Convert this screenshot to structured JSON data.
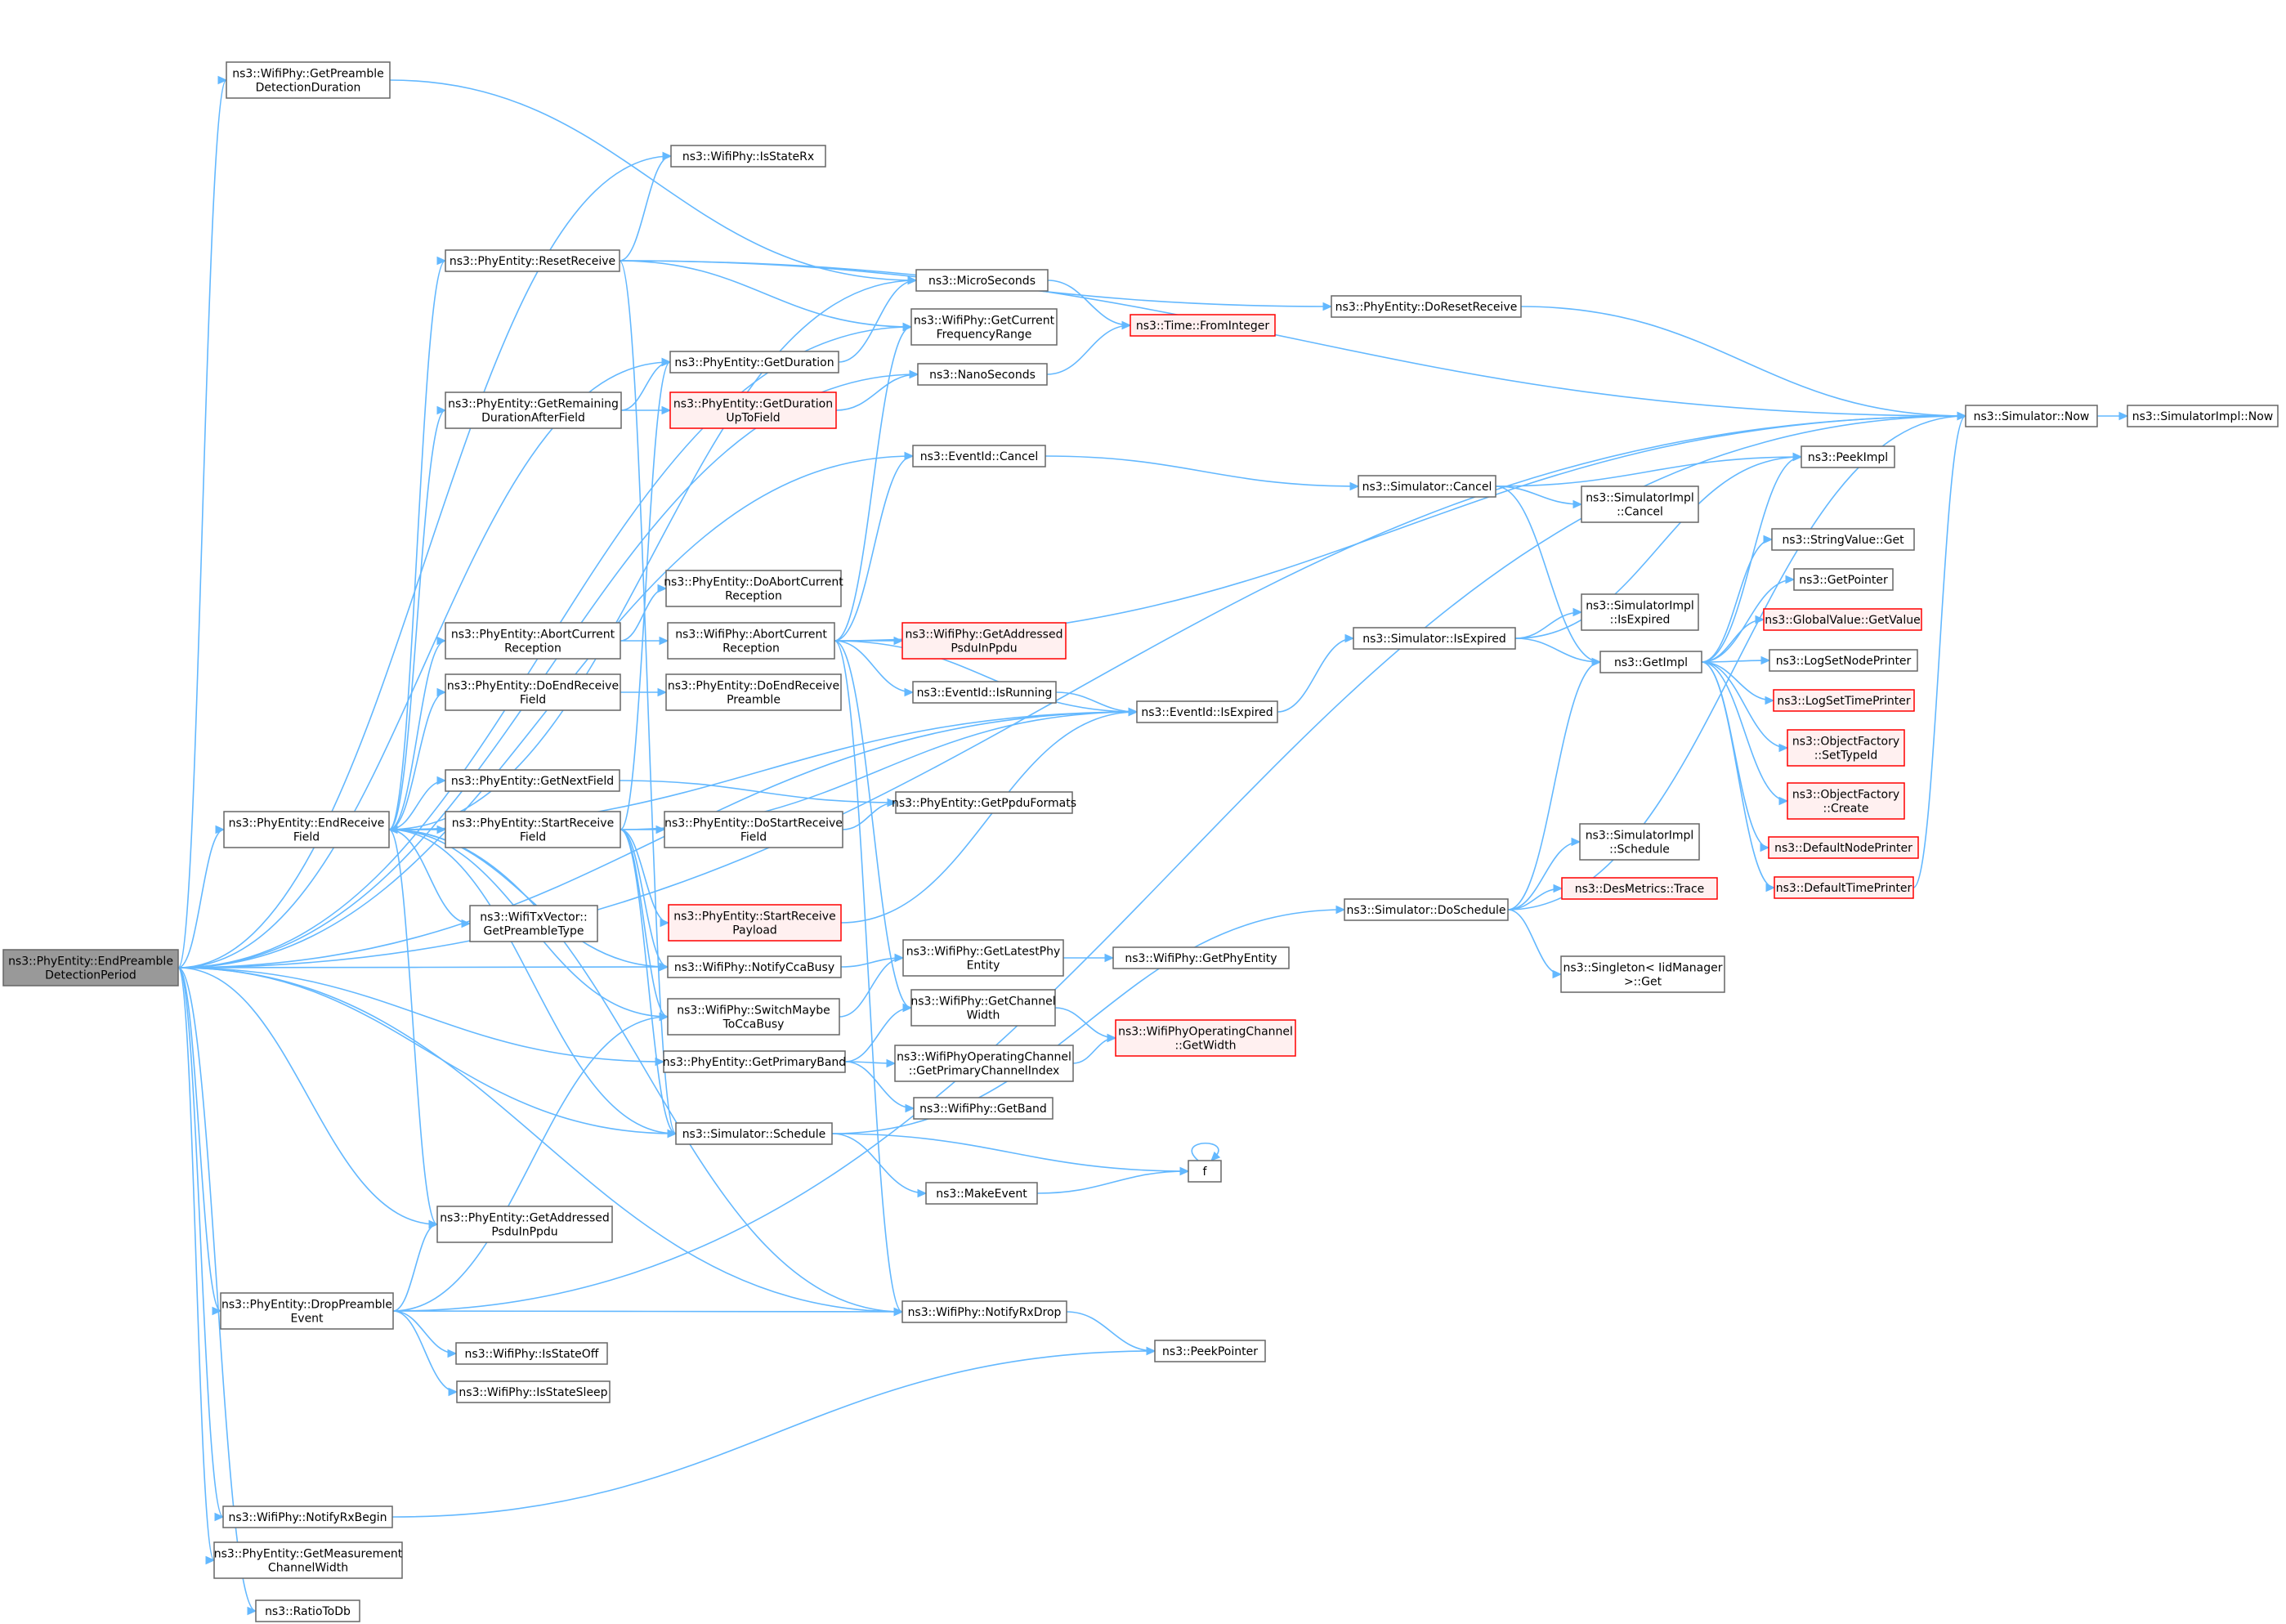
{
  "graph": {
    "colors": {
      "edge": "#63b8ff",
      "node_border": "#666666",
      "node_fill": "#ffffff",
      "root_fill": "#999999",
      "incomplete_border": "#ff0000",
      "incomplete_fill": "#fff0f0"
    },
    "nodes": [
      {
        "id": "root",
        "lines": [
          "ns3::PhyEntity::EndPreamble",
          "DetectionPeriod"
        ],
        "style": "root"
      },
      {
        "id": "getPreambleDet",
        "lines": [
          "ns3::WifiPhy::GetPreamble",
          "DetectionDuration"
        ]
      },
      {
        "id": "isStateRx",
        "lines": [
          "ns3::WifiPhy::IsStateRx"
        ]
      },
      {
        "id": "resetReceive",
        "lines": [
          "ns3::PhyEntity::ResetReceive"
        ]
      },
      {
        "id": "microSeconds",
        "lines": [
          "ns3::MicroSeconds"
        ]
      },
      {
        "id": "getCurFreq",
        "lines": [
          "ns3::WifiPhy::GetCurrent",
          "FrequencyRange"
        ]
      },
      {
        "id": "getDuration",
        "lines": [
          "ns3::PhyEntity::GetDuration"
        ]
      },
      {
        "id": "getRemaining",
        "lines": [
          "ns3::PhyEntity::GetRemaining",
          "DurationAfterField"
        ]
      },
      {
        "id": "getDurUpTo",
        "lines": [
          "ns3::PhyEntity::GetDuration",
          "UpToField"
        ],
        "style": "red"
      },
      {
        "id": "nanoSeconds",
        "lines": [
          "ns3::NanoSeconds"
        ]
      },
      {
        "id": "fromInteger",
        "lines": [
          "ns3::Time::FromInteger"
        ],
        "style": "red"
      },
      {
        "id": "doResetReceive",
        "lines": [
          "ns3::PhyEntity::DoResetReceive"
        ]
      },
      {
        "id": "simNow",
        "lines": [
          "ns3::Simulator::Now"
        ]
      },
      {
        "id": "simImplNow",
        "lines": [
          "ns3::SimulatorImpl::Now"
        ]
      },
      {
        "id": "eventCancel",
        "lines": [
          "ns3::EventId::Cancel"
        ]
      },
      {
        "id": "simCancel",
        "lines": [
          "ns3::Simulator::Cancel"
        ]
      },
      {
        "id": "simImplCancel",
        "lines": [
          "ns3::SimulatorImpl",
          "::Cancel"
        ]
      },
      {
        "id": "peekImpl",
        "lines": [
          "ns3::PeekImpl"
        ]
      },
      {
        "id": "stringValueGet",
        "lines": [
          "ns3::StringValue::Get"
        ]
      },
      {
        "id": "getPointer",
        "lines": [
          "ns3::GetPointer"
        ]
      },
      {
        "id": "globalValueGet",
        "lines": [
          "ns3::GlobalValue::GetValue"
        ],
        "style": "red"
      },
      {
        "id": "logSetNode",
        "lines": [
          "ns3::LogSetNodePrinter"
        ]
      },
      {
        "id": "logSetTime",
        "lines": [
          "ns3::LogSetTimePrinter"
        ],
        "style": "red"
      },
      {
        "id": "objSetTypeId",
        "lines": [
          "ns3::ObjectFactory",
          "::SetTypeId"
        ],
        "style": "red"
      },
      {
        "id": "objCreate",
        "lines": [
          "ns3::ObjectFactory",
          "::Create"
        ],
        "style": "red"
      },
      {
        "id": "defNodePrinter",
        "lines": [
          "ns3::DefaultNodePrinter"
        ],
        "style": "red"
      },
      {
        "id": "defTimePrinter",
        "lines": [
          "ns3::DefaultTimePrinter"
        ],
        "style": "red"
      },
      {
        "id": "getImpl",
        "lines": [
          "ns3::GetImpl"
        ]
      },
      {
        "id": "simIsExpired",
        "lines": [
          "ns3::Simulator::IsExpired"
        ]
      },
      {
        "id": "simImplIsExpired",
        "lines": [
          "ns3::SimulatorImpl",
          "::IsExpired"
        ]
      },
      {
        "id": "doAbortCur",
        "lines": [
          "ns3::PhyEntity::DoAbortCurrent",
          "Reception"
        ]
      },
      {
        "id": "abortCurPhy",
        "lines": [
          "ns3::PhyEntity::AbortCurrent",
          "Reception"
        ]
      },
      {
        "id": "abortCurWifi",
        "lines": [
          "ns3::WifiPhy::AbortCurrent",
          "Reception"
        ]
      },
      {
        "id": "getAddrWifi",
        "lines": [
          "ns3::WifiPhy::GetAddressed",
          "PsduInPpdu"
        ],
        "style": "red"
      },
      {
        "id": "doEndRecvField",
        "lines": [
          "ns3::PhyEntity::DoEndReceive",
          "Field"
        ]
      },
      {
        "id": "doEndRecvPre",
        "lines": [
          "ns3::PhyEntity::DoEndReceive",
          "Preamble"
        ]
      },
      {
        "id": "eventIsRunning",
        "lines": [
          "ns3::EventId::IsRunning"
        ]
      },
      {
        "id": "eventIsExpired",
        "lines": [
          "ns3::EventId::IsExpired"
        ]
      },
      {
        "id": "getNextField",
        "lines": [
          "ns3::PhyEntity::GetNextField"
        ]
      },
      {
        "id": "getPpduFormats",
        "lines": [
          "ns3::PhyEntity::GetPpduFormats"
        ]
      },
      {
        "id": "endReceiveField",
        "lines": [
          "ns3::PhyEntity::EndReceive",
          "Field"
        ]
      },
      {
        "id": "startRecvField",
        "lines": [
          "ns3::PhyEntity::StartReceive",
          "Field"
        ]
      },
      {
        "id": "doStartRecvField",
        "lines": [
          "ns3::PhyEntity::DoStartReceive",
          "Field"
        ]
      },
      {
        "id": "txVecPreamble",
        "lines": [
          "ns3::WifiTxVector::",
          "GetPreambleType"
        ]
      },
      {
        "id": "startRecvPayload",
        "lines": [
          "ns3::PhyEntity::StartReceive",
          "Payload"
        ],
        "style": "red"
      },
      {
        "id": "notifyCcaBusy",
        "lines": [
          "ns3::WifiPhy::NotifyCcaBusy"
        ]
      },
      {
        "id": "getLatestPhy",
        "lines": [
          "ns3::WifiPhy::GetLatestPhy",
          "Entity"
        ]
      },
      {
        "id": "getPhyEntity",
        "lines": [
          "ns3::WifiPhy::GetPhyEntity"
        ]
      },
      {
        "id": "switchMaybe",
        "lines": [
          "ns3::WifiPhy::SwitchMaybe",
          "ToCcaBusy"
        ]
      },
      {
        "id": "getChannelWidth",
        "lines": [
          "ns3::WifiPhy::GetChannel",
          "Width"
        ]
      },
      {
        "id": "opChGetWidth",
        "lines": [
          "ns3::WifiPhyOperatingChannel",
          "::GetWidth"
        ],
        "style": "red"
      },
      {
        "id": "getPrimaryBand",
        "lines": [
          "ns3::PhyEntity::GetPrimaryBand"
        ]
      },
      {
        "id": "getPrimaryChIdx",
        "lines": [
          "ns3::WifiPhyOperatingChannel",
          "::GetPrimaryChannelIndex"
        ]
      },
      {
        "id": "getBand",
        "lines": [
          "ns3::WifiPhy::GetBand"
        ]
      },
      {
        "id": "simSchedule",
        "lines": [
          "ns3::Simulator::Schedule"
        ]
      },
      {
        "id": "makeEvent",
        "lines": [
          "ns3::MakeEvent"
        ]
      },
      {
        "id": "f",
        "lines": [
          "f"
        ]
      },
      {
        "id": "simDoSchedule",
        "lines": [
          "ns3::Simulator::DoSchedule"
        ]
      },
      {
        "id": "simImplSchedule",
        "lines": [
          "ns3::SimulatorImpl",
          "::Schedule"
        ]
      },
      {
        "id": "desMetrics",
        "lines": [
          "ns3::DesMetrics::Trace"
        ],
        "style": "red"
      },
      {
        "id": "singletonGet",
        "lines": [
          "ns3::Singleton< IidManager",
          ">::Get"
        ]
      },
      {
        "id": "getAddrPhy",
        "lines": [
          "ns3::PhyEntity::GetAddressed",
          "PsduInPpdu"
        ]
      },
      {
        "id": "dropPreamble",
        "lines": [
          "ns3::PhyEntity::DropPreamble",
          "Event"
        ]
      },
      {
        "id": "notifyRxDrop",
        "lines": [
          "ns3::WifiPhy::NotifyRxDrop"
        ]
      },
      {
        "id": "peekPointer",
        "lines": [
          "ns3::PeekPointer"
        ]
      },
      {
        "id": "isStateOff",
        "lines": [
          "ns3::WifiPhy::IsStateOff"
        ]
      },
      {
        "id": "isStateSleep",
        "lines": [
          "ns3::WifiPhy::IsStateSleep"
        ]
      },
      {
        "id": "notifyRxBegin",
        "lines": [
          "ns3::WifiPhy::NotifyRxBegin"
        ]
      },
      {
        "id": "getMeasCW",
        "lines": [
          "ns3::PhyEntity::GetMeasurement",
          "ChannelWidth"
        ]
      },
      {
        "id": "ratioToDb",
        "lines": [
          "ns3::RatioToDb"
        ]
      }
    ],
    "edges": [
      [
        "root",
        "getPreambleDet"
      ],
      [
        "root",
        "isStateRx"
      ],
      [
        "root",
        "getCurFreq"
      ],
      [
        "root",
        "getDuration"
      ],
      [
        "root",
        "nanoSeconds"
      ],
      [
        "root",
        "simNow"
      ],
      [
        "root",
        "eventCancel"
      ],
      [
        "root",
        "eventIsExpired"
      ],
      [
        "root",
        "endReceiveField"
      ],
      [
        "root",
        "notifyCcaBusy"
      ],
      [
        "root",
        "getPrimaryBand"
      ],
      [
        "root",
        "simSchedule"
      ],
      [
        "root",
        "getAddrPhy"
      ],
      [
        "root",
        "dropPreamble"
      ],
      [
        "root",
        "notifyRxDrop"
      ],
      [
        "root",
        "notifyRxBegin"
      ],
      [
        "root",
        "getMeasCW"
      ],
      [
        "root",
        "ratioToDb"
      ],
      [
        "getPreambleDet",
        "microSeconds"
      ],
      [
        "resetReceive",
        "isStateRx"
      ],
      [
        "resetReceive",
        "getCurFreq"
      ],
      [
        "resetReceive",
        "doResetReceive"
      ],
      [
        "resetReceive",
        "simNow"
      ],
      [
        "resetReceive",
        "simSchedule"
      ],
      [
        "microSeconds",
        "fromInteger"
      ],
      [
        "nanoSeconds",
        "fromInteger"
      ],
      [
        "getDuration",
        "microSeconds"
      ],
      [
        "getRemaining",
        "getDuration"
      ],
      [
        "getRemaining",
        "getDurUpTo"
      ],
      [
        "getDurUpTo",
        "nanoSeconds"
      ],
      [
        "doResetReceive",
        "simNow"
      ],
      [
        "simNow",
        "simImplNow"
      ],
      [
        "eventCancel",
        "simCancel"
      ],
      [
        "simCancel",
        "simImplCancel"
      ],
      [
        "simCancel",
        "peekImpl"
      ],
      [
        "simCancel",
        "getImpl"
      ],
      [
        "getImpl",
        "peekImpl"
      ],
      [
        "getImpl",
        "stringValueGet"
      ],
      [
        "getImpl",
        "getPointer"
      ],
      [
        "getImpl",
        "globalValueGet"
      ],
      [
        "getImpl",
        "logSetNode"
      ],
      [
        "getImpl",
        "logSetTime"
      ],
      [
        "getImpl",
        "objSetTypeId"
      ],
      [
        "getImpl",
        "objCreate"
      ],
      [
        "getImpl",
        "defNodePrinter"
      ],
      [
        "getImpl",
        "defTimePrinter"
      ],
      [
        "defTimePrinter",
        "simNow"
      ],
      [
        "simIsExpired",
        "simImplIsExpired"
      ],
      [
        "simIsExpired",
        "getImpl"
      ],
      [
        "simIsExpired",
        "peekImpl"
      ],
      [
        "eventIsExpired",
        "simIsExpired"
      ],
      [
        "abortCurPhy",
        "doAbortCur"
      ],
      [
        "abortCurPhy",
        "abortCurWifi"
      ],
      [
        "abortCurWifi",
        "getAddrWifi"
      ],
      [
        "abortCurWifi",
        "eventIsRunning"
      ],
      [
        "abortCurWifi",
        "eventCancel"
      ],
      [
        "abortCurWifi",
        "eventIsExpired"
      ],
      [
        "abortCurWifi",
        "getCurFreq"
      ],
      [
        "abortCurWifi",
        "simNow"
      ],
      [
        "abortCurWifi",
        "notifyRxDrop"
      ],
      [
        "abortCurWifi",
        "getChannelWidth"
      ],
      [
        "eventIsRunning",
        "eventIsExpired"
      ],
      [
        "doEndRecvField",
        "doEndRecvPre"
      ],
      [
        "getNextField",
        "getPpduFormats"
      ],
      [
        "endReceiveField",
        "resetReceive"
      ],
      [
        "endReceiveField",
        "getRemaining"
      ],
      [
        "endReceiveField",
        "abortCurPhy"
      ],
      [
        "endReceiveField",
        "doEndRecvField"
      ],
      [
        "endReceiveField",
        "getNextField"
      ],
      [
        "endReceiveField",
        "startRecvField"
      ],
      [
        "endReceiveField",
        "txVecPreamble"
      ],
      [
        "endReceiveField",
        "eventIsExpired"
      ],
      [
        "endReceiveField",
        "notifyCcaBusy"
      ],
      [
        "endReceiveField",
        "switchMaybe"
      ],
      [
        "endReceiveField",
        "simSchedule"
      ],
      [
        "endReceiveField",
        "getAddrPhy"
      ],
      [
        "endReceiveField",
        "notifyRxDrop"
      ],
      [
        "endReceiveField",
        "microSeconds"
      ],
      [
        "startRecvField",
        "endReceiveField"
      ],
      [
        "startRecvField",
        "doStartRecvField"
      ],
      [
        "startRecvField",
        "startRecvPayload"
      ],
      [
        "startRecvField",
        "notifyCcaBusy"
      ],
      [
        "startRecvField",
        "switchMaybe"
      ],
      [
        "startRecvField",
        "simSchedule"
      ],
      [
        "startRecvField",
        "getDuration"
      ],
      [
        "startRecvField",
        "eventIsExpired"
      ],
      [
        "doStartRecvField",
        "getPpduFormats"
      ],
      [
        "startRecvPayload",
        "eventIsExpired"
      ],
      [
        "notifyCcaBusy",
        "getLatestPhy"
      ],
      [
        "getLatestPhy",
        "getPhyEntity"
      ],
      [
        "switchMaybe",
        "getLatestPhy"
      ],
      [
        "getChannelWidth",
        "opChGetWidth"
      ],
      [
        "getPrimaryBand",
        "getChannelWidth"
      ],
      [
        "getPrimaryBand",
        "getPrimaryChIdx"
      ],
      [
        "getPrimaryBand",
        "getBand"
      ],
      [
        "getPrimaryChIdx",
        "opChGetWidth"
      ],
      [
        "simSchedule",
        "makeEvent"
      ],
      [
        "simSchedule",
        "f"
      ],
      [
        "simSchedule",
        "simDoSchedule"
      ],
      [
        "makeEvent",
        "f"
      ],
      [
        "f",
        "f"
      ],
      [
        "simDoSchedule",
        "getImpl"
      ],
      [
        "simDoSchedule",
        "simImplSchedule"
      ],
      [
        "simDoSchedule",
        "desMetrics"
      ],
      [
        "simDoSchedule",
        "singletonGet"
      ],
      [
        "simDoSchedule",
        "simNow"
      ],
      [
        "dropPreamble",
        "getAddrPhy"
      ],
      [
        "dropPreamble",
        "notifyRxDrop"
      ],
      [
        "dropPreamble",
        "isStateOff"
      ],
      [
        "dropPreamble",
        "isStateSleep"
      ],
      [
        "dropPreamble",
        "simNow"
      ],
      [
        "dropPreamble",
        "switchMaybe"
      ],
      [
        "notifyRxDrop",
        "peekPointer"
      ],
      [
        "notifyRxBegin",
        "peekPointer"
      ]
    ]
  }
}
